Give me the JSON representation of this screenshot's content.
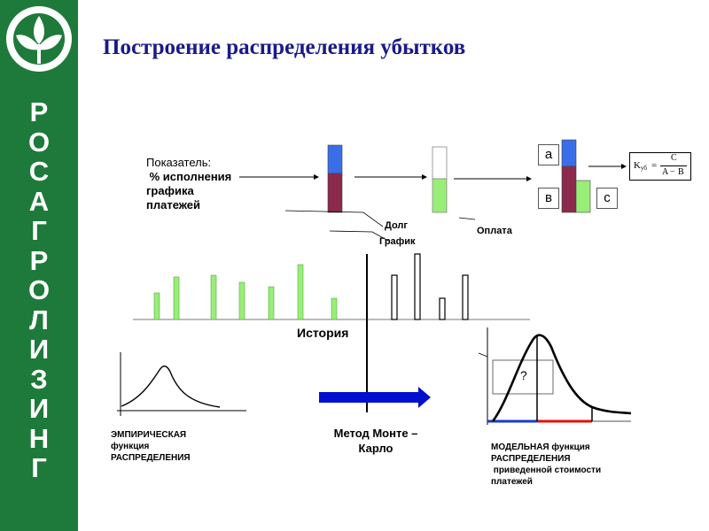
{
  "title": "Построение распределения убытков",
  "brand_letters": [
    "Р",
    "О",
    "С",
    "А",
    "Г",
    "Р",
    "О",
    "Л",
    "И",
    "З",
    "И",
    "Н",
    "Г"
  ],
  "indicator": {
    "line1": "Показатель:",
    "line2": " % исполнения",
    "line3": "графика",
    "line4": "платежей"
  },
  "labels": {
    "debt": "Долг",
    "schedule": "График",
    "payment": "Оплата",
    "history": "История",
    "monte_carlo_1": "Метод Монте –",
    "monte_carlo_2": "Карло",
    "question": "?"
  },
  "letter_boxes": {
    "a": "a",
    "b": "в",
    "c": "c"
  },
  "formula": {
    "lhs": "K",
    "sub": "уб",
    "eq": "=",
    "num": "C",
    "den_a": "A",
    "den_minus": "−",
    "den_b": "B"
  },
  "empirical_caption": [
    "ЭМПИРИЧЕСКАЯ",
    "функция",
    "РАСПРЕДЕЛЕНИЯ"
  ],
  "model_caption": [
    "МОДЕЛЬНАЯ функция",
    "РАСПРЕДЕЛЕНИЯ",
    " приведенной стоимости",
    "платежей"
  ],
  "colors": {
    "sidebar": "#1e7a3a",
    "title": "#1a1a8c",
    "green": "#99ee77",
    "maroon": "#8b2a4d",
    "blue": "#3a6ee8",
    "arrow": "#0010cc",
    "red_axis": "#dd1111"
  },
  "history_bars": {
    "green_heights": [
      30,
      48,
      50,
      42,
      37,
      62,
      24
    ],
    "white_heights": [
      50,
      74,
      24,
      50
    ]
  }
}
